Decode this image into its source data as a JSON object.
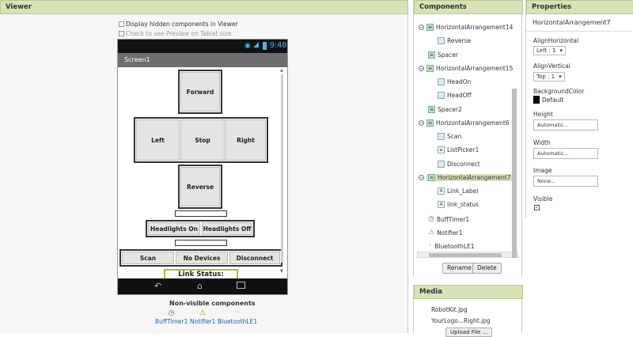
{
  "viewer": {
    "title": "Viewer",
    "display_hidden_label": "Display hidden components in Viewer",
    "tablet_preview_label": "Check to see Preview on Tablet size.",
    "phone": {
      "time": "9:48",
      "screen_title": "Screen1",
      "buttons": {
        "forward": "Forward",
        "left": "Left",
        "stop": "Stop",
        "right": "Right",
        "reverse": "Reverse",
        "headlights_on": "Headlights On",
        "headlights_off": "Headlights Off",
        "scan": "Scan",
        "no_devices": "No Devices",
        "disconnect": "Disconnect"
      },
      "link_status": "Link Status:   status"
    },
    "nonvisible": {
      "title": "Non-visible components",
      "items": [
        "BuffTimer1",
        "Notifier1",
        "BluetoothLE1"
      ]
    }
  },
  "components": {
    "title": "Components",
    "tree": [
      {
        "label": "HorizontalArrangement14",
        "icon": "arrangement-icon"
      },
      {
        "label": "Reverse",
        "icon": "button-icon"
      },
      {
        "label": "Spacer",
        "icon": "arrangement-icon"
      },
      {
        "label": "HorizontalArrangement15",
        "icon": "arrangement-icon"
      },
      {
        "label": "HeadOn",
        "icon": "button-icon"
      },
      {
        "label": "HeadOff",
        "icon": "button-icon"
      },
      {
        "label": "Spacer2",
        "icon": "arrangement-icon"
      },
      {
        "label": "HorizontalArrangement6",
        "icon": "arrangement-icon"
      },
      {
        "label": "Scan",
        "icon": "button-icon"
      },
      {
        "label": "ListPicker1",
        "icon": "listpicker-icon"
      },
      {
        "label": "Disconnect",
        "icon": "button-icon"
      },
      {
        "label": "HorizontalArrangement7",
        "icon": "arrangement-icon"
      },
      {
        "label": "Link_Label",
        "icon": "label-icon"
      },
      {
        "label": "link_status",
        "icon": "label-icon"
      },
      {
        "label": "BuffTimer1",
        "icon": "clock-icon"
      },
      {
        "label": "Notifier1",
        "icon": "notifier-icon"
      },
      {
        "label": "BluetoothLE1",
        "icon": "bluetooth-icon"
      }
    ],
    "rename_label": "Rename",
    "delete_label": "Delete"
  },
  "media": {
    "title": "Media",
    "items": [
      "RobotKit.jpg",
      "YourLogo...Right.jpg"
    ],
    "upload_label": "Upload File ..."
  },
  "properties": {
    "title": "Properties",
    "component": "HorizontalArrangement7",
    "align_horizontal_label": "AlignHorizontal",
    "align_horizontal_value": "Left : 1",
    "align_vertical_label": "AlignVertical",
    "align_vertical_value": "Top : 1",
    "bgcolor_label": "BackgroundColor",
    "bgcolor_value": "Default",
    "height_label": "Height",
    "height_value": "Automatic...",
    "width_label": "Width",
    "width_value": "Automatic...",
    "image_label": "Image",
    "image_value": "None...",
    "visible_label": "Visible",
    "visible_checked": true
  },
  "colors": {
    "panel_header": "#d6e3b7",
    "selection": "#d6e3b7",
    "link_status_border": "#9ac43b",
    "phone_title_bar": "#6e6e6e",
    "status_bar": "#111111"
  }
}
